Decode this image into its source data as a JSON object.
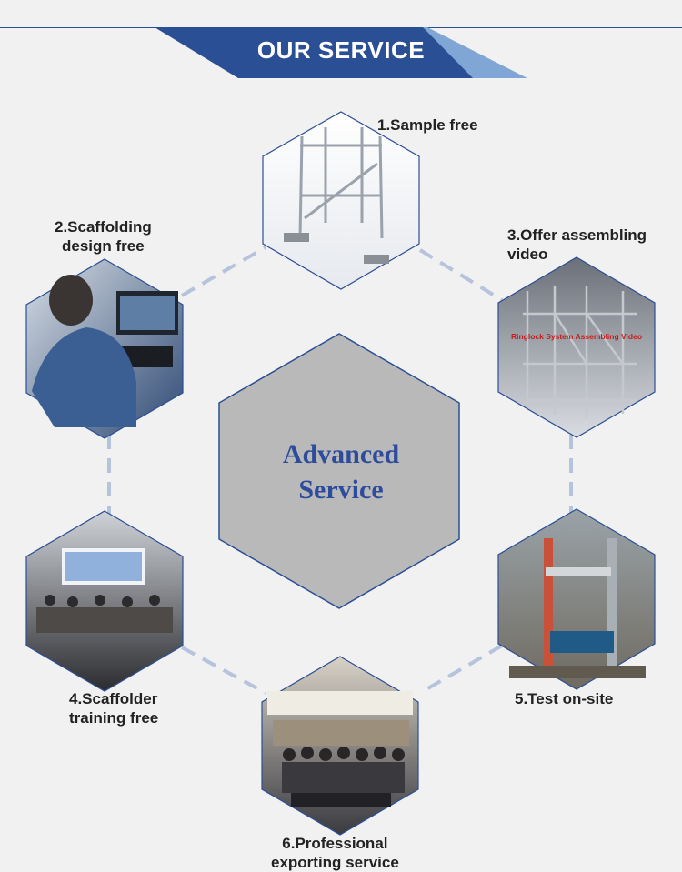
{
  "header": {
    "title": "OUR SERVICE"
  },
  "center": {
    "line1": "Advanced",
    "line2": "Service"
  },
  "services": [
    {
      "label_lines": [
        "1.Sample free"
      ],
      "photo": "scaffold-frame-photo"
    },
    {
      "label_lines": [
        "2.Scaffolding",
        "design free"
      ],
      "photo": "designer-at-computer-photo"
    },
    {
      "label_lines": [
        "3.Offer assembling",
        "video"
      ],
      "photo": "assembling-video-photo",
      "overlay_text": "Ringlock System Assembling Video"
    },
    {
      "label_lines": [
        "4.Scaffolder",
        "training free"
      ],
      "photo": "training-room-photo"
    },
    {
      "label_lines": [
        "5.Test on-site"
      ],
      "photo": "test-site-photo"
    },
    {
      "label_lines": [
        "6.Professional",
        "exporting service"
      ],
      "photo": "team-photo"
    }
  ],
  "colors": {
    "brand_blue": "#2b4f95",
    "accent_light_blue": "#7fa6d4",
    "center_hex_fill": "#b9b9b9",
    "connector_dash": "#b6c3dc",
    "background": "#f1f1f1"
  }
}
